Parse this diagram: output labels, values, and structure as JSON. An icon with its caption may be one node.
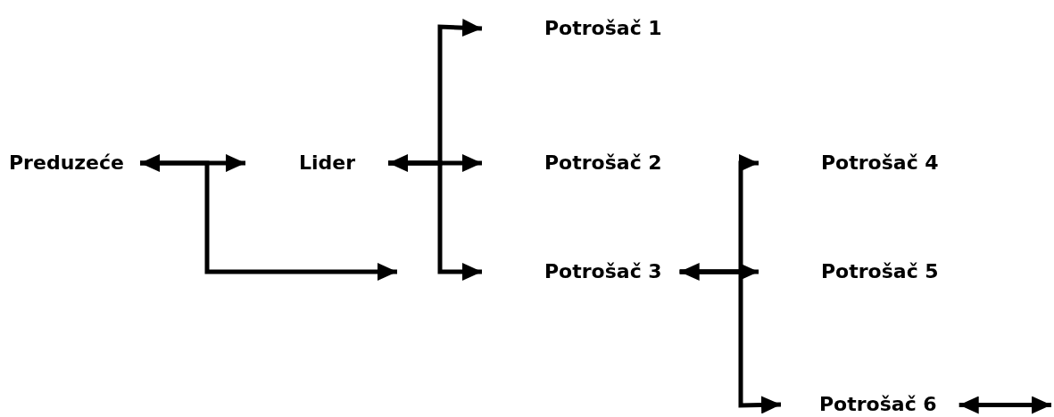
{
  "diagram": {
    "nodes": [
      {
        "text": [
          "Preduzeće"
        ]
      },
      {
        "text": [
          "Lider"
        ]
      },
      {
        "text": [
          "Potrošač 1"
        ]
      },
      {
        "text": [
          "Potrošač 2"
        ]
      },
      {
        "text": [
          "Potrošač 3"
        ]
      },
      {
        "text": [
          "Potrošač 4"
        ]
      },
      {
        "text": [
          "Potrošač 5"
        ]
      },
      {
        "text": [
          "Potrošač 6"
        ]
      }
    ],
    "edges": [
      {
        "from": 0,
        "to": 1,
        "arrow": "both"
      },
      {
        "from": 0,
        "to": null,
        "arrow": "to"
      },
      {
        "from": 1,
        "to": 3,
        "arrow": "both"
      },
      {
        "from": 1,
        "to": 2,
        "arrow": "to"
      },
      {
        "from": 1,
        "to": 4,
        "arrow": "to"
      },
      {
        "from": 4,
        "to": 6,
        "arrow": "both"
      },
      {
        "from": 4,
        "to": 5,
        "arrow": "to"
      },
      {
        "from": 4,
        "to": 7,
        "arrow": "to"
      },
      {
        "from": 7,
        "to": null,
        "arrow": "both"
      }
    ]
  }
}
